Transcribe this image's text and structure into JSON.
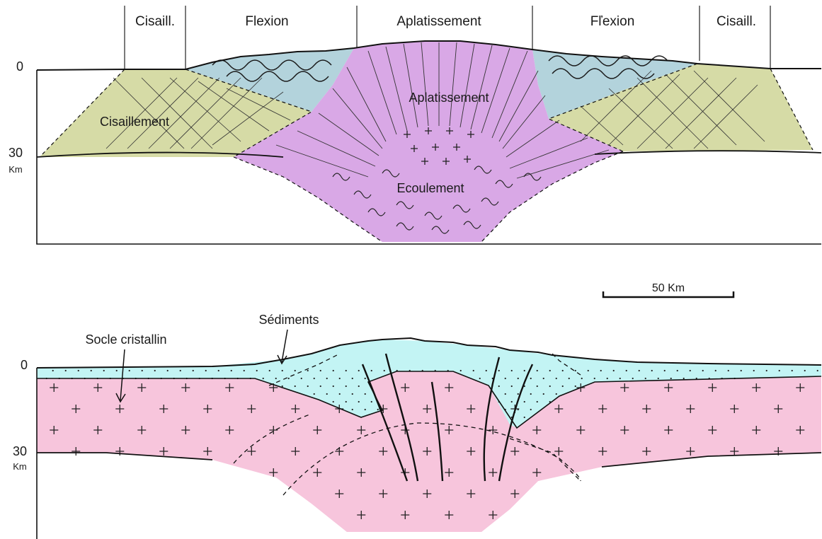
{
  "top_section": {
    "zone_headers": [
      "Cisaill.",
      "Flexion",
      "Aplatissement",
      "Fľexion",
      "Cisaill."
    ],
    "depth_zero": "0",
    "depth_thirty": "30",
    "depth_unit": "Km",
    "regions": {
      "cisaillement": "Cisaillement",
      "aplatissement": "Aplatissement",
      "ecoulement": "Ecoulement"
    },
    "colors": {
      "cisaillement": "#d6dba6",
      "flexion": "#b3d3dc",
      "aplatissement": "#d9a8e6"
    }
  },
  "scale_bar": {
    "label": "50 Km"
  },
  "bottom_section": {
    "depth_zero": "0",
    "depth_thirty": "30",
    "depth_unit": "Km",
    "labels": {
      "sediments": "Sédiments",
      "socle": "Socle cristallin"
    },
    "colors": {
      "sediments": "#c3f4f4",
      "socle": "#f7c5dc"
    }
  }
}
